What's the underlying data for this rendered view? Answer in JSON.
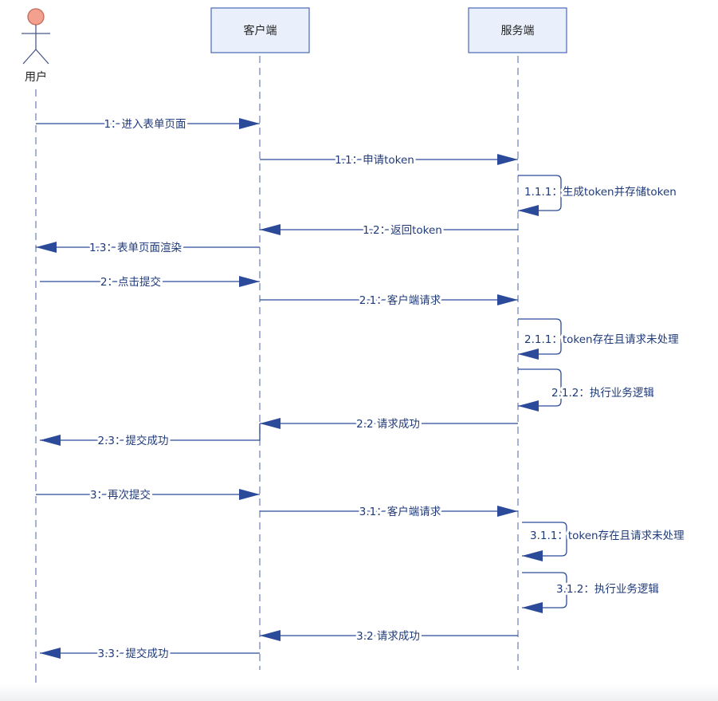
{
  "participants": {
    "user": "用户",
    "client": "客户端",
    "server": "服务端"
  },
  "messages": [
    {
      "id": "m1",
      "label": "1：进入表单页面"
    },
    {
      "id": "m11",
      "label": "1.1：申请token"
    },
    {
      "id": "m111",
      "label": "1.1.1：生成token并存储token"
    },
    {
      "id": "m12",
      "label": "1.2：返回token"
    },
    {
      "id": "m13",
      "label": "1.3：表单页面渲染"
    },
    {
      "id": "m2",
      "label": "2：点击提交"
    },
    {
      "id": "m21",
      "label": "2.1：客户端请求"
    },
    {
      "id": "m211",
      "label": "2.1.1：token存在且请求未处理"
    },
    {
      "id": "m212",
      "label": "2.1.2：执行业务逻辑"
    },
    {
      "id": "m22",
      "label": "2.2 请求成功"
    },
    {
      "id": "m23",
      "label": "2.3：提交成功"
    },
    {
      "id": "m3",
      "label": "3：再次提交"
    },
    {
      "id": "m31",
      "label": "3.1：客户端请求"
    },
    {
      "id": "m311",
      "label": "3.1.1：token存在且请求未处理"
    },
    {
      "id": "m312",
      "label": "3.1.2：执行业务逻辑"
    },
    {
      "id": "m32",
      "label": "3.2 请求成功"
    },
    {
      "id": "m33",
      "label": "3.3：提交成功"
    }
  ],
  "colors": {
    "line": "#2c4a9a",
    "text": "#1f3a7a",
    "box_fill": "#eaf0fb",
    "box_stroke": "#4a67b5",
    "actor_head": "#f4a08e",
    "lifeline": "#6a7fb8"
  }
}
